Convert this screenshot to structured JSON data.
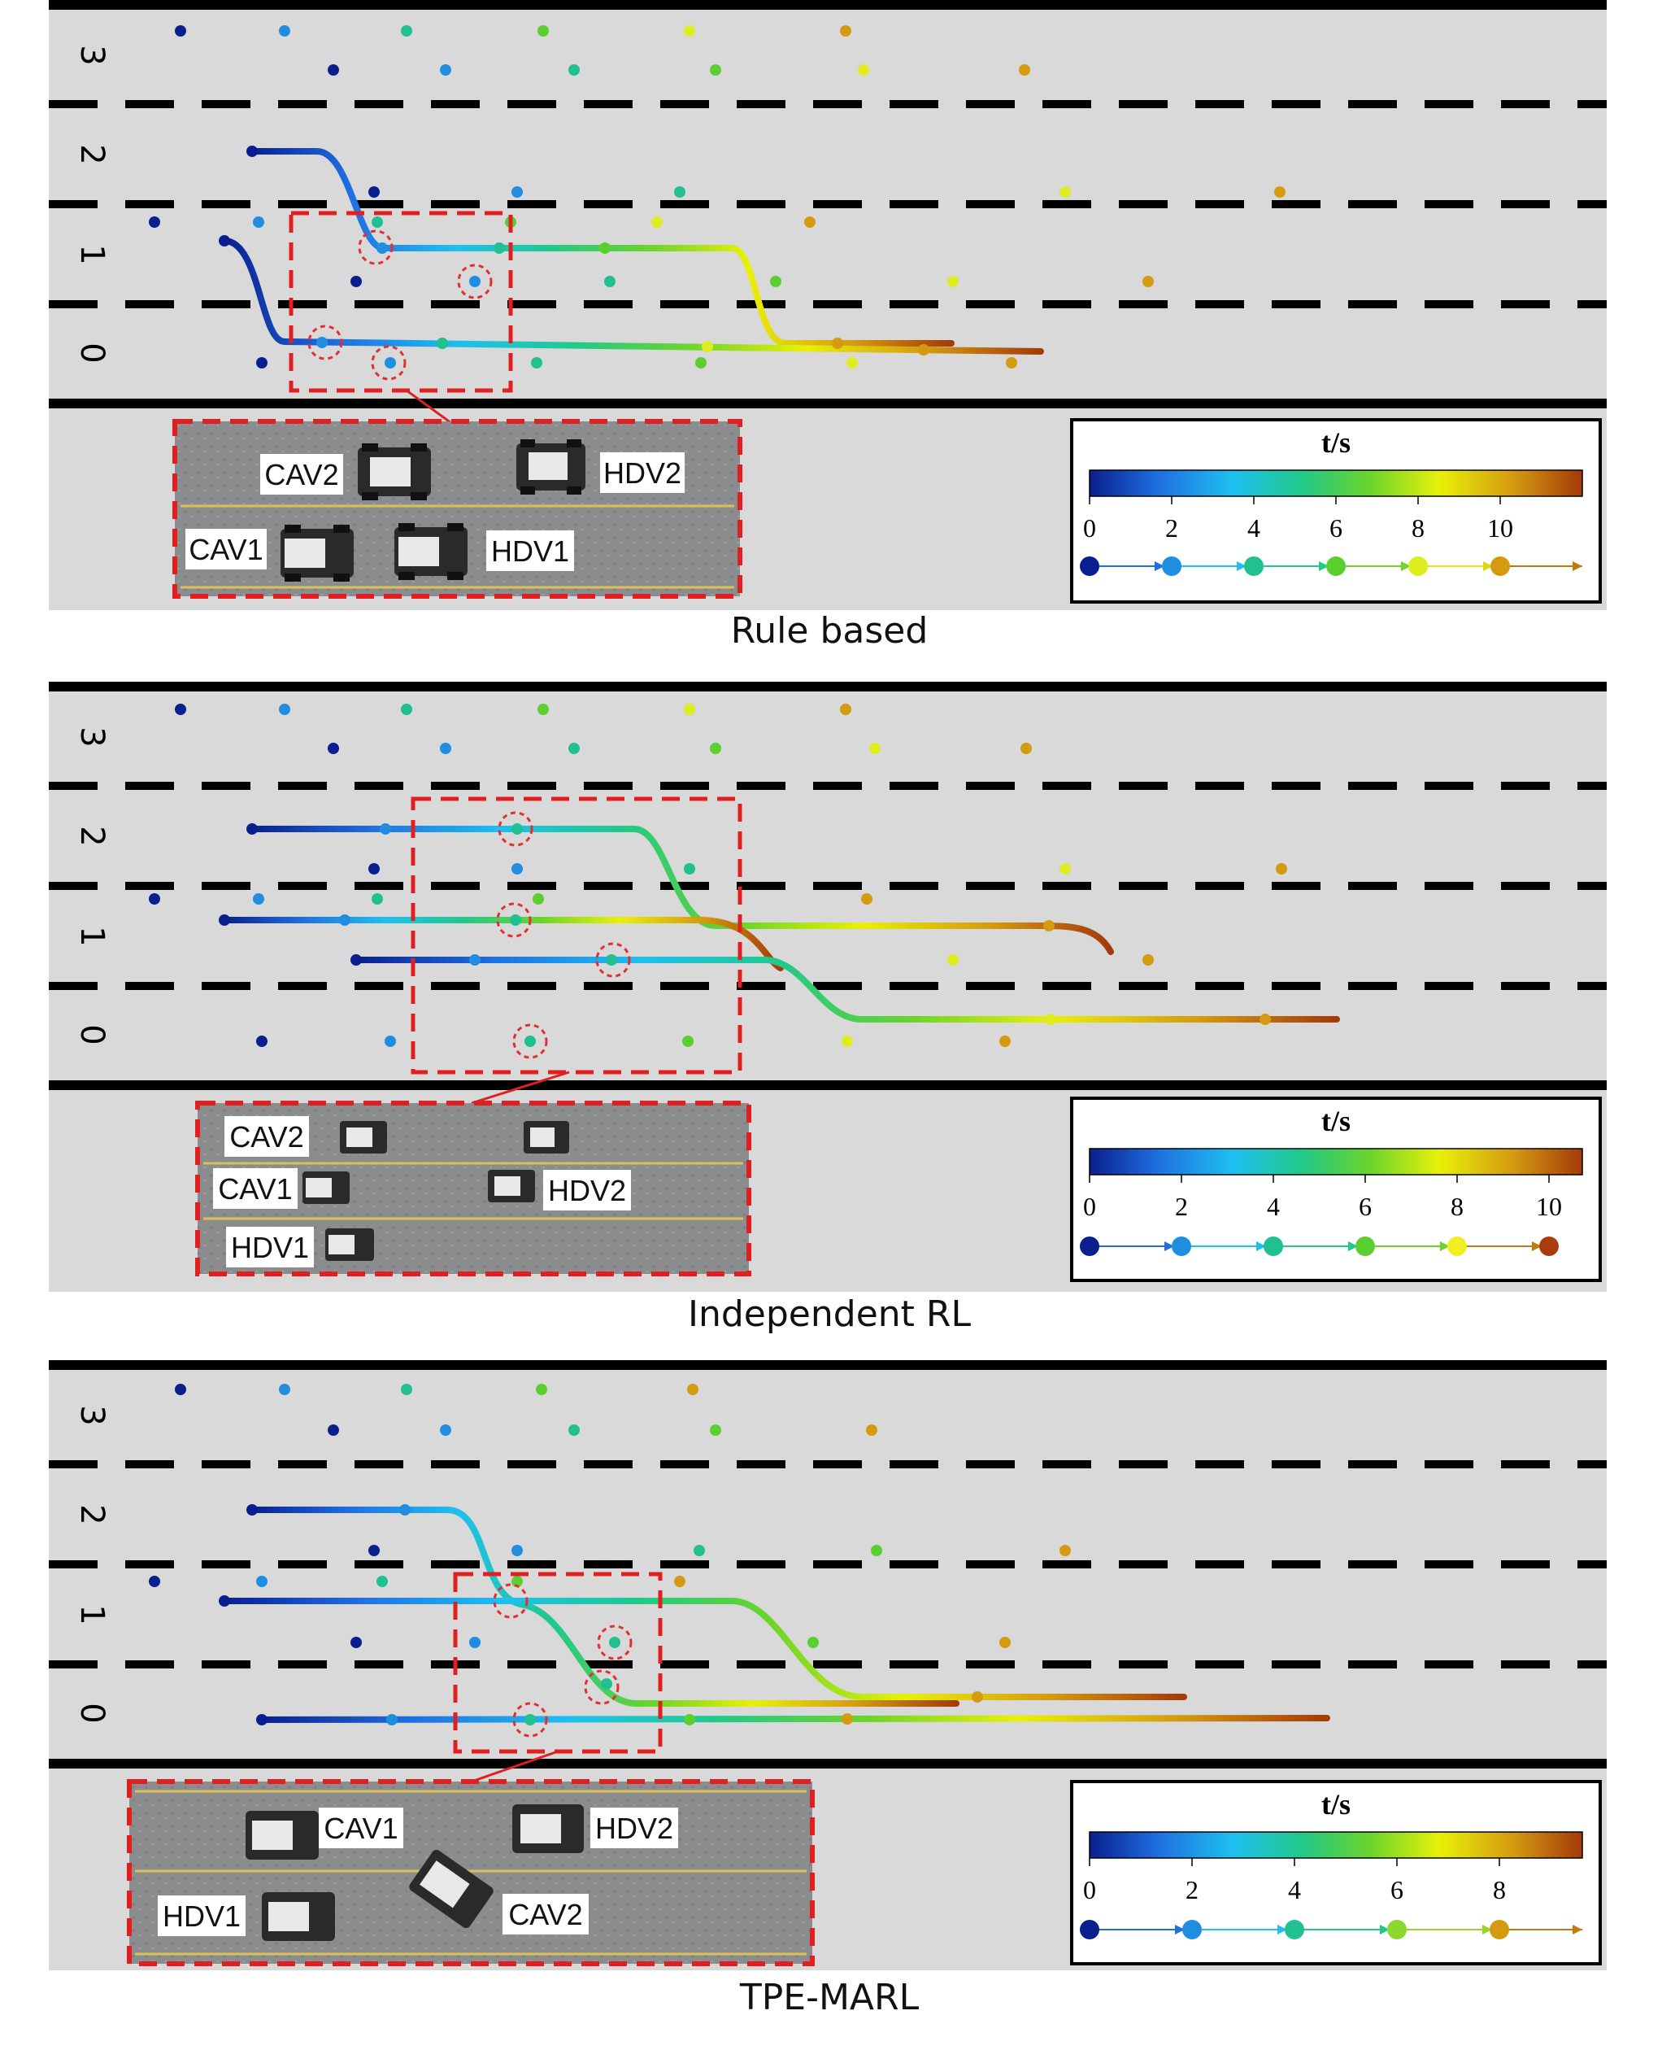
{
  "panels": [
    {
      "caption": "Rule based",
      "lane_labels": [
        "3",
        "2",
        "1",
        "0"
      ],
      "colorbar": {
        "title": "t/s",
        "ticks": [
          "0",
          "2",
          "4",
          "6",
          "8",
          "10"
        ],
        "t_max": 12
      },
      "vehicle_labels": [
        "CAV2",
        "HDV2",
        "CAV1",
        "HDV1"
      ]
    },
    {
      "caption": "Independent RL",
      "lane_labels": [
        "3",
        "2",
        "1",
        "0"
      ],
      "colorbar": {
        "title": "t/s",
        "ticks": [
          "0",
          "2",
          "4",
          "6",
          "8",
          "10"
        ],
        "t_max": 10.7
      },
      "vehicle_labels": [
        "CAV2",
        "CAV1",
        "HDV2",
        "HDV1"
      ]
    },
    {
      "caption": "TPE-MARL",
      "lane_labels": [
        "3",
        "2",
        "1",
        "0"
      ],
      "colorbar": {
        "title": "t/s",
        "ticks": [
          "0",
          "2",
          "4",
          "6",
          "8"
        ],
        "t_max": 9.8
      },
      "vehicle_labels": [
        "CAV1",
        "HDV2",
        "HDV1",
        "CAV2"
      ]
    }
  ],
  "colormap": [
    "#0a1f8f",
    "#1f6fe0",
    "#1ec0f0",
    "#20c98a",
    "#6cd42a",
    "#e8f00a",
    "#d49a10",
    "#a33a0a"
  ],
  "marker_colors": [
    "#0a1f8f",
    "#1f8ee0",
    "#20c090",
    "#5ccf30",
    "#dfec20",
    "#d49a10",
    "#a83c0c"
  ]
}
